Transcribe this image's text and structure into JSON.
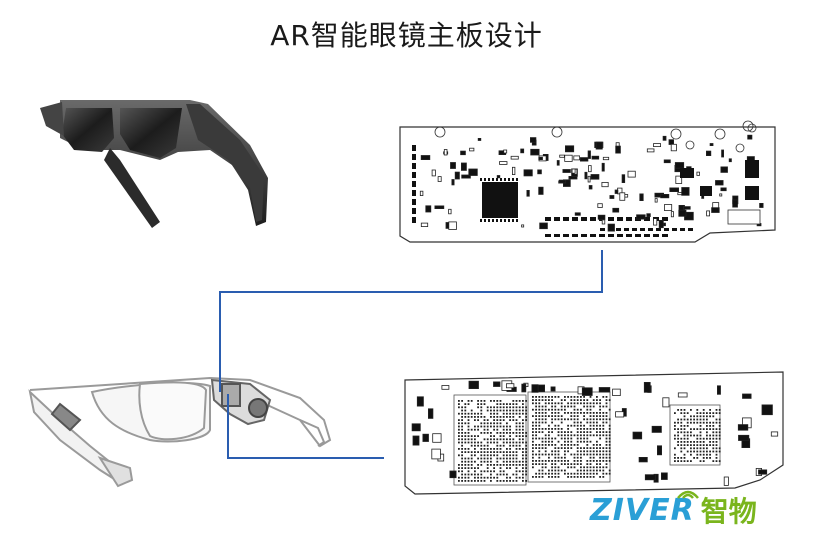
{
  "title": "AR智能眼镜主板设计",
  "logo": {
    "word": "ZIVER",
    "cn": "智物"
  },
  "colors": {
    "connector": "#2a5db0",
    "pcb_line": "#333333",
    "logo_blue": "#2a9fd6",
    "logo_green": "#7ab51d"
  }
}
